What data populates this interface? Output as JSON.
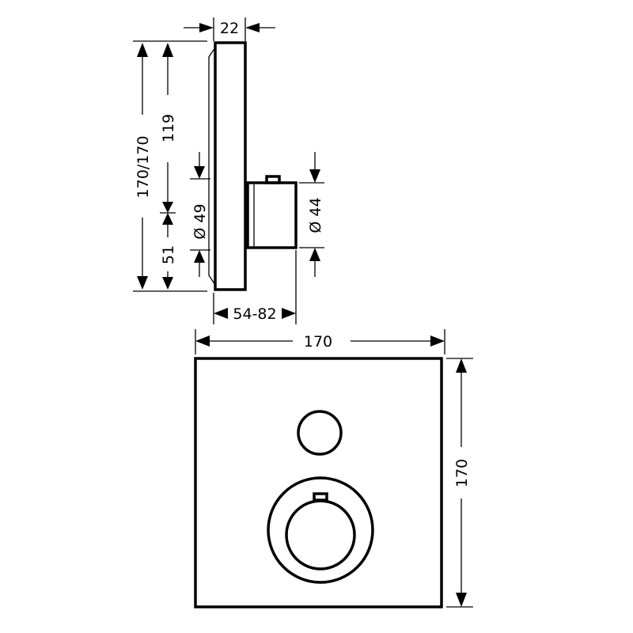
{
  "colors": {
    "line": "#000000",
    "background": "#ffffff"
  },
  "side_view": {
    "depth_label": "22",
    "total_height_label": "170/170",
    "upper_height_label": "119",
    "lower_height_label": "51",
    "spindle_diameter_label": "Ø 49",
    "body_diameter_label": "Ø 44",
    "projection_label": "54-82"
  },
  "front_view": {
    "width_label": "170",
    "height_label": "170"
  }
}
